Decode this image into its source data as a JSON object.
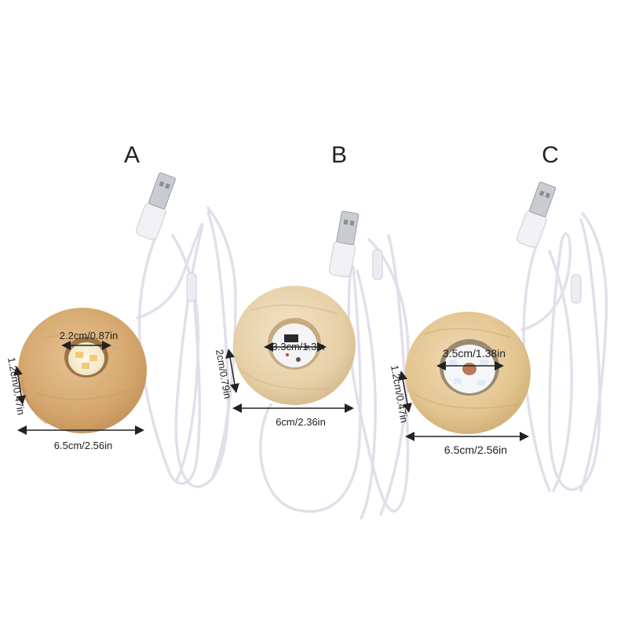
{
  "products": [
    {
      "letter": "A",
      "hole_dim": "2.2cm/0.87in",
      "height_dim": "1.2cm/0.47in",
      "width_dim": "6.5cm/2.56in"
    },
    {
      "letter": "B",
      "hole_dim": "3.3cm/1.3in",
      "height_dim": "2cm/0.79in",
      "width_dim": "6cm/2.36in"
    },
    {
      "letter": "C",
      "hole_dim": "3.5cm/1.38in",
      "height_dim": "1.2cm/0.47in",
      "width_dim": "6.5cm/2.56in"
    }
  ],
  "colors": {
    "wood_light": "#ecd9b6",
    "wood_mid": "#dcb983",
    "wood_dark": "#c89a5e",
    "cable": "#e4e1ec",
    "cable_shadow": "#c9c5d6",
    "usb_metal": "#c9ccd1",
    "usb_plastic": "#f1f0f4"
  }
}
